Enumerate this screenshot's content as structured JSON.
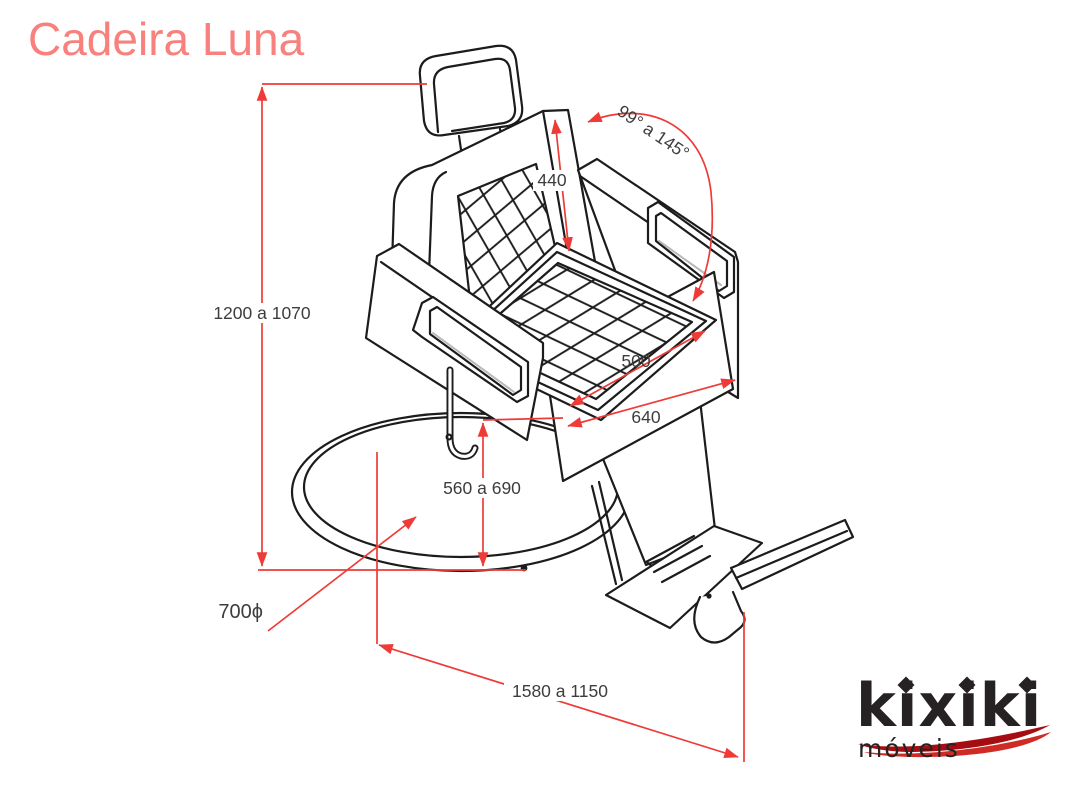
{
  "title": {
    "text": "Cadeira Luna"
  },
  "dim": {
    "angle": "99° a 145°",
    "backrest_height": "440",
    "total_height": "1200 a 1070",
    "seat_width": "500",
    "seat_depth": "640",
    "seat_height": "560 a 690",
    "base_diameter": "700ϕ",
    "total_length": "1580 a 1150"
  },
  "logo": {
    "brand": "kixiki",
    "tagline": "móveis"
  },
  "colors": {
    "dimension_red": "#ee3b38",
    "line_black": "#1c1c1c",
    "title_pink": "#f8817d",
    "logo_black": "#262122",
    "logo_red_dark": "#a50d12",
    "logo_red_bright": "#cf2a24"
  }
}
